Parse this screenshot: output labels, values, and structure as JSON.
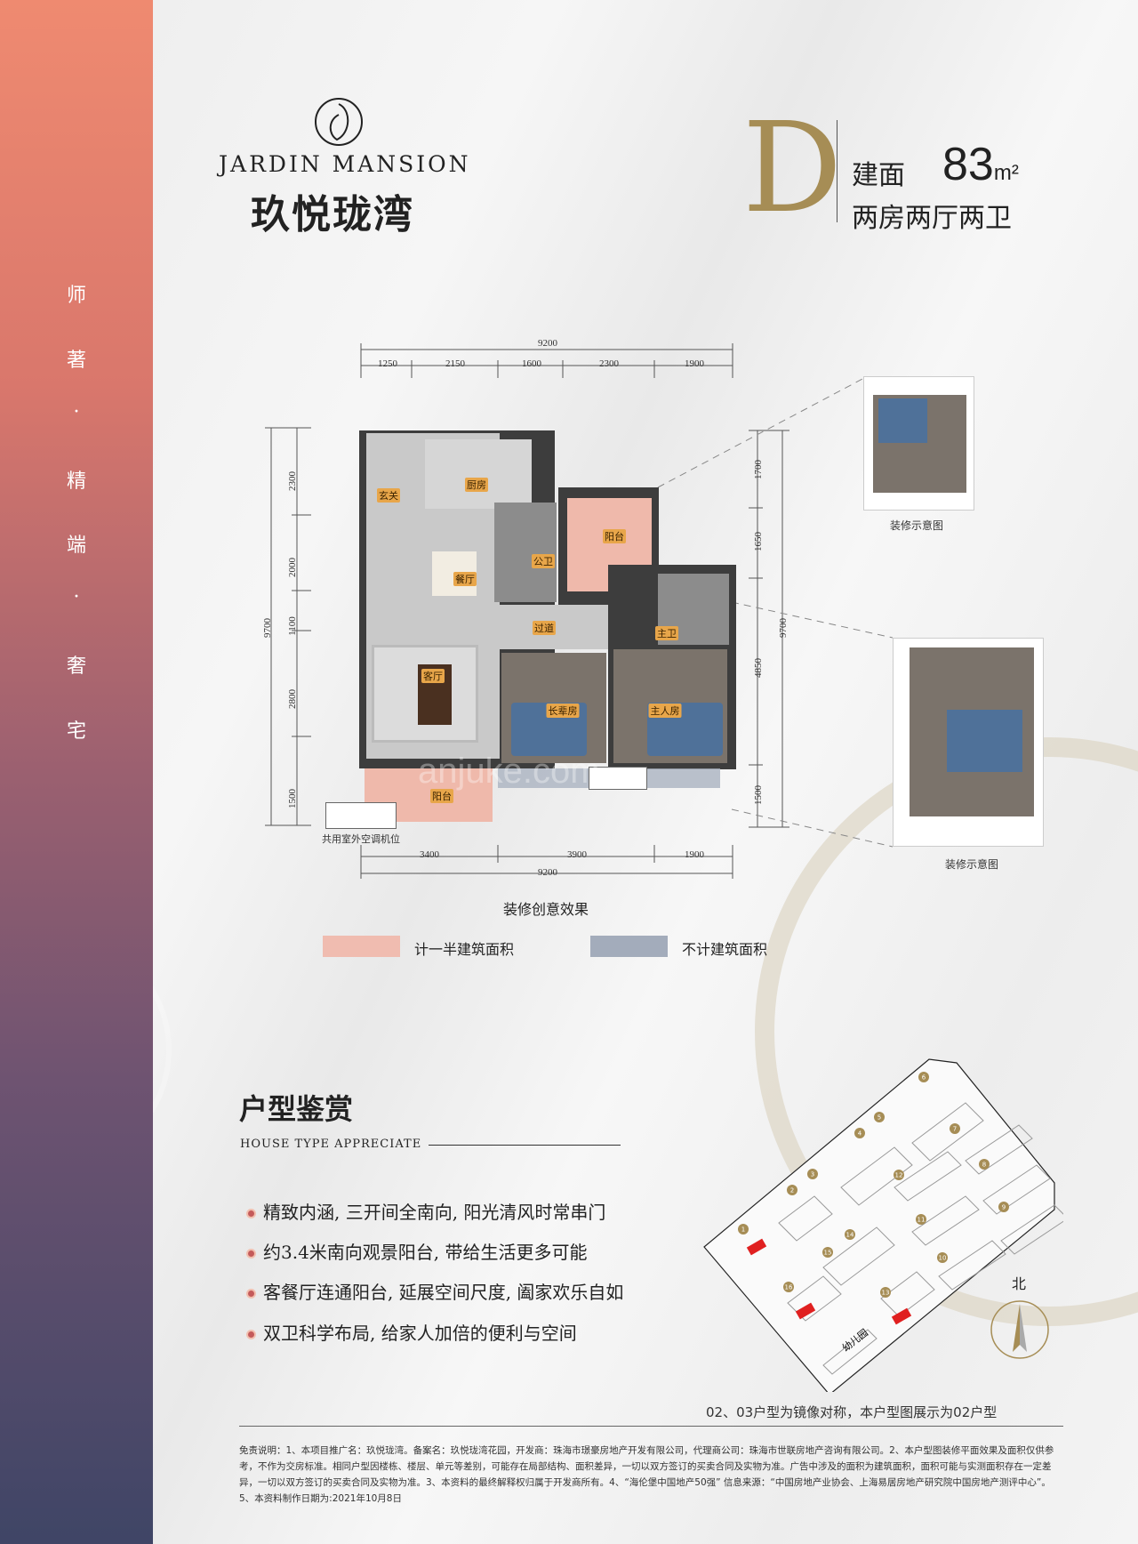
{
  "brand": {
    "name_en": "JARDIN MANSION",
    "name_cn": "玖悦珑湾"
  },
  "sidebar": {
    "chars": [
      "师",
      "著",
      "·",
      "精",
      "端",
      "·",
      "奢",
      "宅"
    ]
  },
  "unit": {
    "type": "D",
    "area_label": "建面",
    "area": "83",
    "area_unit": "m²",
    "layout": "两房两厅两卫"
  },
  "plan": {
    "rooms": {
      "entry": "玄关",
      "kitchen": "厨房",
      "dining": "餐厅",
      "public_bath": "公卫",
      "balcony_north": "阳台",
      "master_bath": "主卫",
      "corridor": "过道",
      "living": "客厅",
      "elder_room": "长辈房",
      "master_room": "主人房",
      "balcony_south": "阳台",
      "ac_position": "共用室外空调机位"
    },
    "dims_top": [
      "9200",
      "1250",
      "2150",
      "1600",
      "2300",
      "1900"
    ],
    "dims_bottom": [
      "3400",
      "3900",
      "1900",
      "9200"
    ],
    "dims_left": [
      "9700",
      "2300",
      "2000",
      "1100",
      "2800",
      "1500"
    ],
    "dims_right": [
      "1700",
      "1650",
      "4850",
      "1500",
      "9700"
    ],
    "watermark": "anjuke.com",
    "caption": "装修创意效果",
    "side_caption_1": "装修示意图",
    "side_caption_2": "装修示意图"
  },
  "legend": [
    {
      "label": "计一半建筑面积",
      "color": "#f0bcb0"
    },
    {
      "label": "不计建筑面积",
      "color": "#a3acbb"
    }
  ],
  "appreciate": {
    "title": "户型鉴赏",
    "subtitle": "HOUSE TYPE APPRECIATE",
    "points": [
      "精致内涵, 三开间全南向, 阳光清风时常串门",
      "约3.4米南向观景阳台, 带给生活更多可能",
      "客餐厅连通阳台, 延展空间尺度, 阖家欢乐自如",
      "双卫科学布局, 给家人加倍的便利与空间"
    ]
  },
  "sitemap": {
    "buildings": [
      "1",
      "2",
      "3",
      "4",
      "5",
      "6",
      "7",
      "8",
      "9",
      "10",
      "11",
      "12",
      "13",
      "14",
      "15",
      "16"
    ],
    "kindergarten": "幼儿园",
    "north": "北",
    "note": "02、03户型为镜像对称，本户型图展示为02户型"
  },
  "disclaimer": "免责说明：1、本项目推广名：玖悦珑湾。备案名：玖悦珑湾花园，开发商：珠海市璟豪房地产开发有限公司，代理商公司：珠海市世联房地产咨询有限公司。2、本户型图装修平面效果及面积仅供参考，不作为交房标准。相同户型因楼栋、楼层、单元等差别，可能存在局部结构、面积差异，一切以双方签订的买卖合同及实物为准。广告中涉及的面积为建筑面积，面积可能与实测面积存在一定差异，一切以双方签订的买卖合同及实物为准。3、本资料的最终解释权归属于开发商所有。4、“海伦堡中国地产50强” 信息来源：“中国房地产业协会、上海易居房地产研究院中国房地产测评中心”。5、本资料制作日期为:2021年10月8日"
}
